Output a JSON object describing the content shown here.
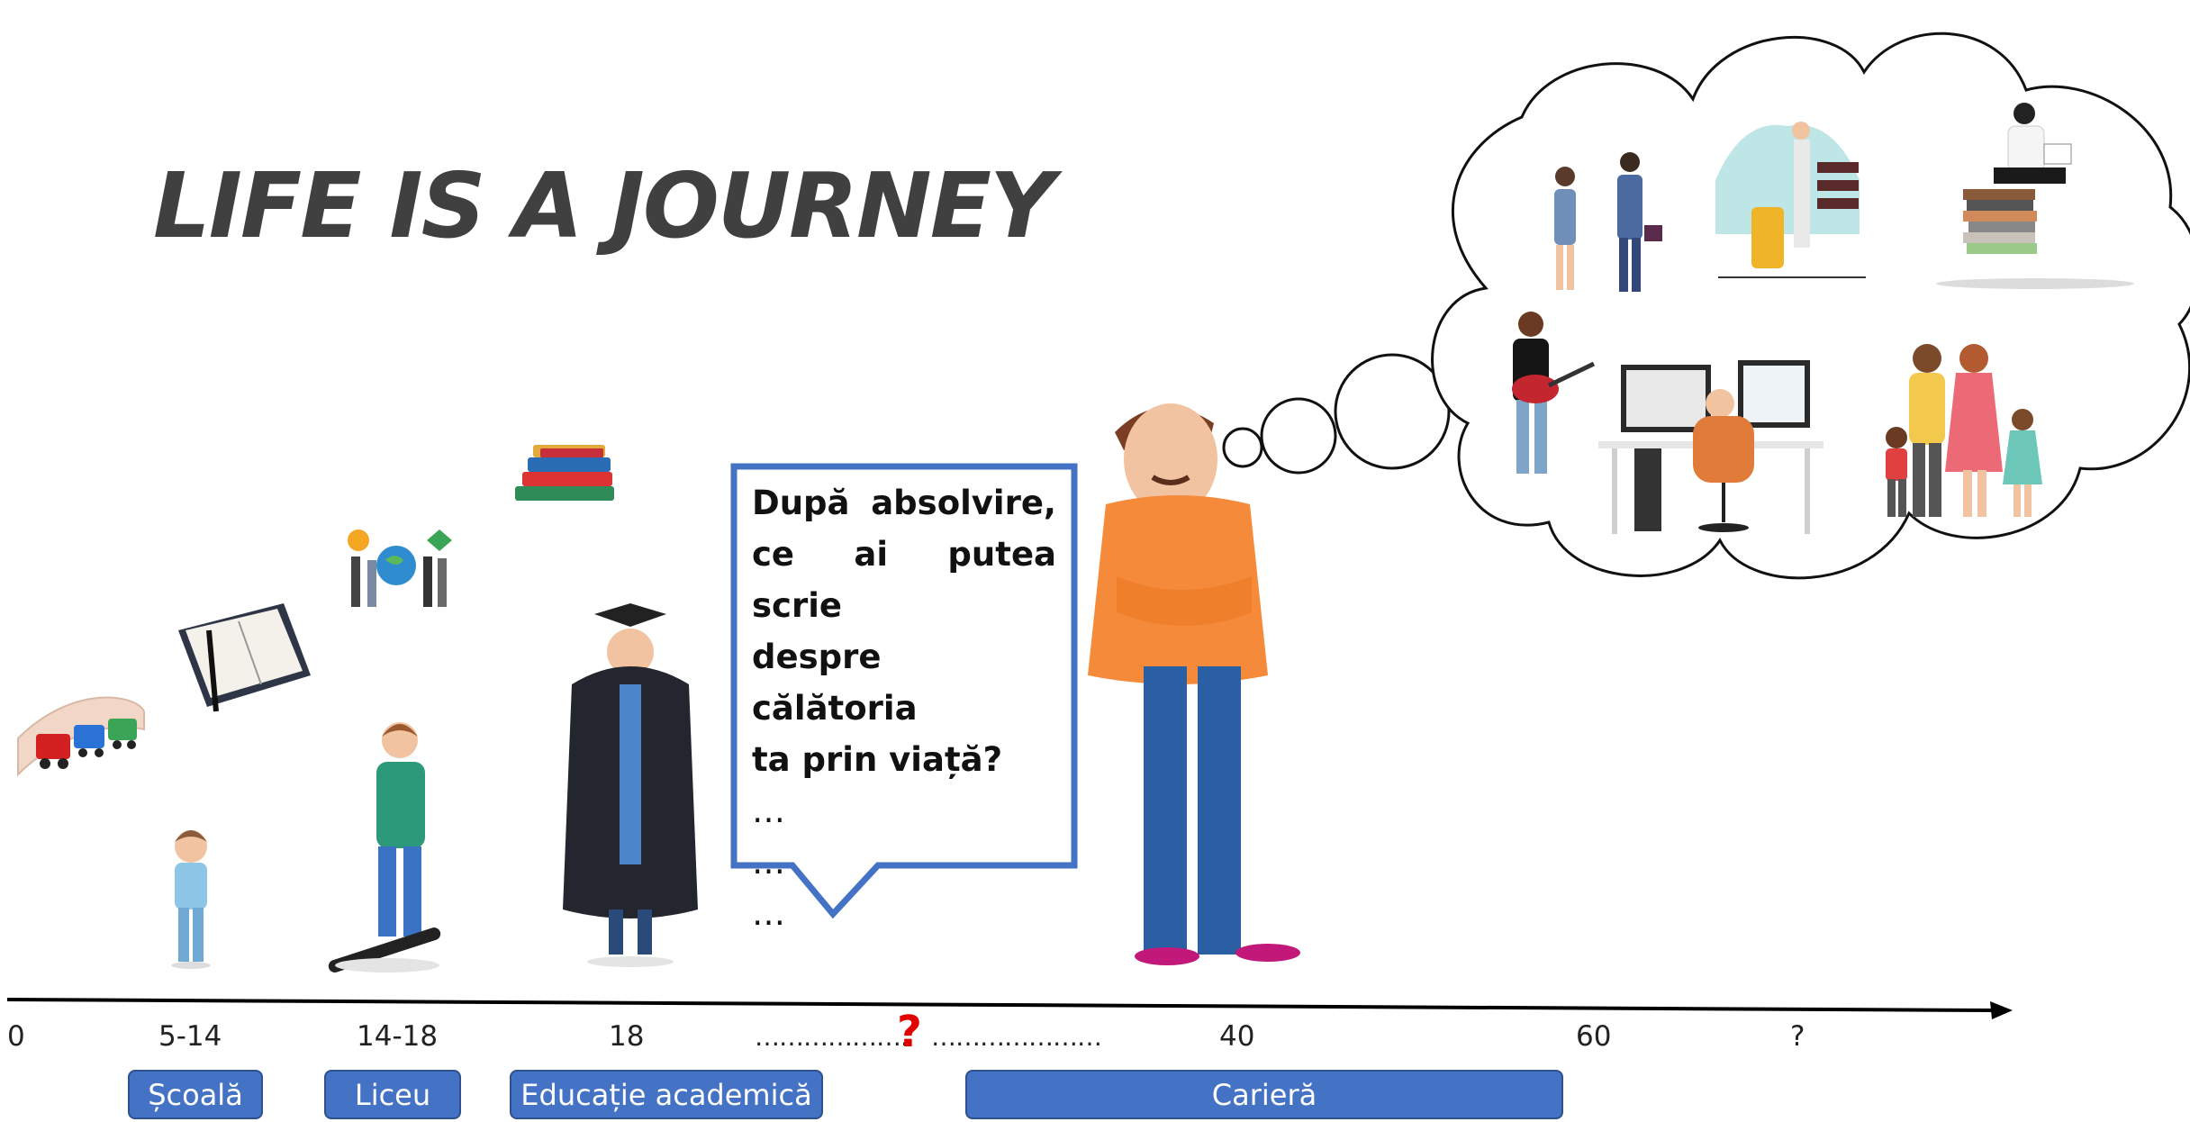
{
  "title": "LIFE IS A JOURNEY",
  "timeline": {
    "ticks": [
      "0",
      "5-14",
      "14-18",
      "18",
      "40",
      "60",
      "?"
    ],
    "dots_left": "……………….",
    "question": "?",
    "dots_right": "…………………"
  },
  "stages": [
    "Școală",
    "Liceu",
    "Educație academică",
    "Carieră"
  ],
  "speech": {
    "line1": "După absolvire,",
    "line2": "ce ai putea scrie",
    "line3": "despre călătoria",
    "line4": "ta prin viață?",
    "ellipsis": "…"
  },
  "colors": {
    "title": "#404040",
    "accent_blue": "#4472c4",
    "question_red": "#e00000"
  },
  "icons": [
    "toy-train-icon",
    "planner-icon",
    "environment-people-icon",
    "books-icon",
    "child-icon",
    "teen-skateboard-icon",
    "graduate-icon",
    "thinking-man-icon",
    "thought-cloud-icon",
    "handshake-icon",
    "travel-icon",
    "reading-on-books-icon",
    "guitarist-icon",
    "programmer-desk-icon",
    "family-icon"
  ]
}
